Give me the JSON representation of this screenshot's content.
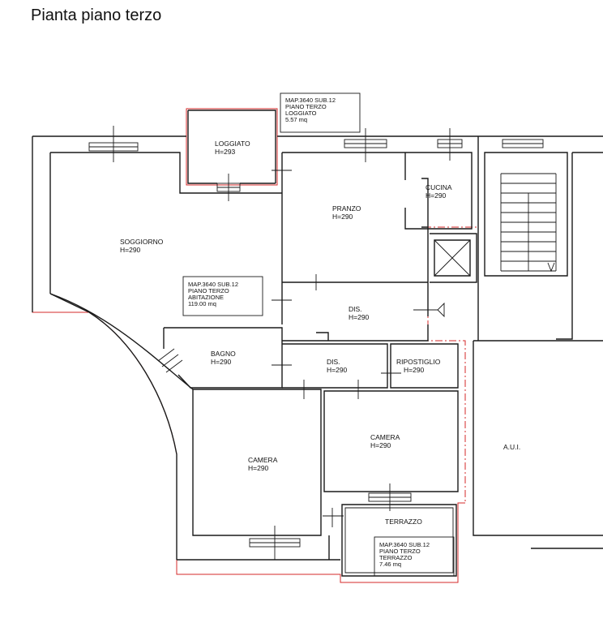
{
  "title": "Pianta piano terzo",
  "rooms": [
    {
      "name": "LOGGIATO",
      "height": "H=293"
    },
    {
      "name": "SOGGIORNO",
      "height": "H=290"
    },
    {
      "name": "PRANZO",
      "height": "H=290"
    },
    {
      "name": "CUCINA",
      "height": "H=290"
    },
    {
      "name": "DIS.",
      "height": "H=290"
    },
    {
      "name": "BAGNO",
      "height": "H=290"
    },
    {
      "name": "DIS.",
      "height": "H=290"
    },
    {
      "name": "RIPOSTIGLIO",
      "height": "H=290"
    },
    {
      "name": "CAMERA",
      "height": "H=290"
    },
    {
      "name": "CAMERA",
      "height": "H=290"
    },
    {
      "name": "TERRAZZO",
      "height": ""
    }
  ],
  "other_label": "A.U.I.",
  "info_boxes": [
    {
      "lines": [
        "MAP.3640 SUB.12",
        "PIANO TERZO",
        "LOGGIATO",
        "5.57 mq"
      ]
    },
    {
      "lines": [
        "MAP.3640 SUB.12",
        "PIANO TERZO",
        "ABITAZIONE",
        "119.00 mq"
      ]
    },
    {
      "lines": [
        "MAP.3640 SUB.12",
        "PIANO TERZO",
        "TERRAZZO",
        "7.46 mq"
      ]
    }
  ]
}
